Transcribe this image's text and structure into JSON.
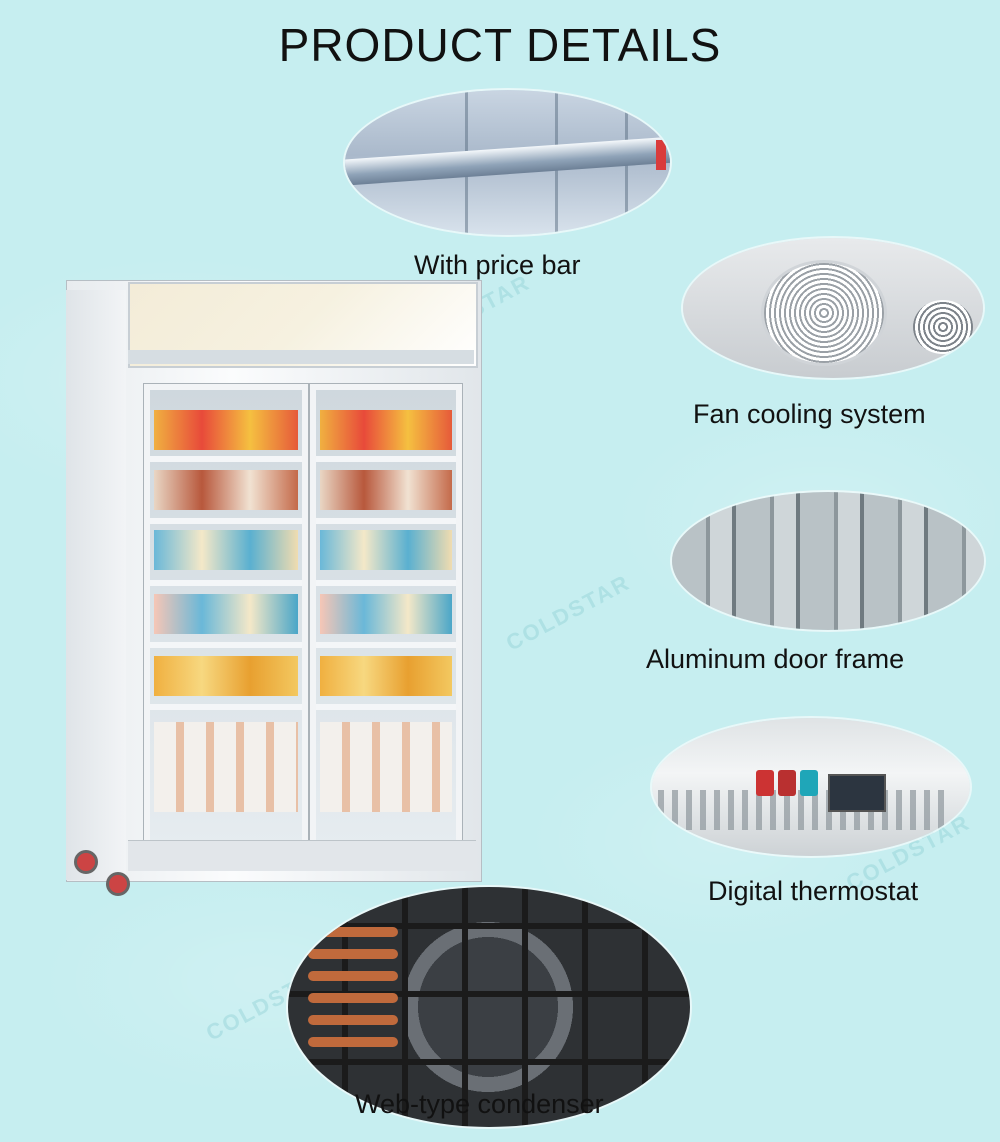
{
  "title": "PRODUCT DETAILS",
  "features": [
    {
      "caption": "With price bar"
    },
    {
      "caption": "Fan cooling system"
    },
    {
      "caption": "Aluminum door frame"
    },
    {
      "caption": "Digital thermostat"
    },
    {
      "caption": "Web-type condenser"
    }
  ],
  "watermark_text": "COLDSTAR",
  "colors": {
    "background": "#c6eef0",
    "text": "#111111"
  }
}
